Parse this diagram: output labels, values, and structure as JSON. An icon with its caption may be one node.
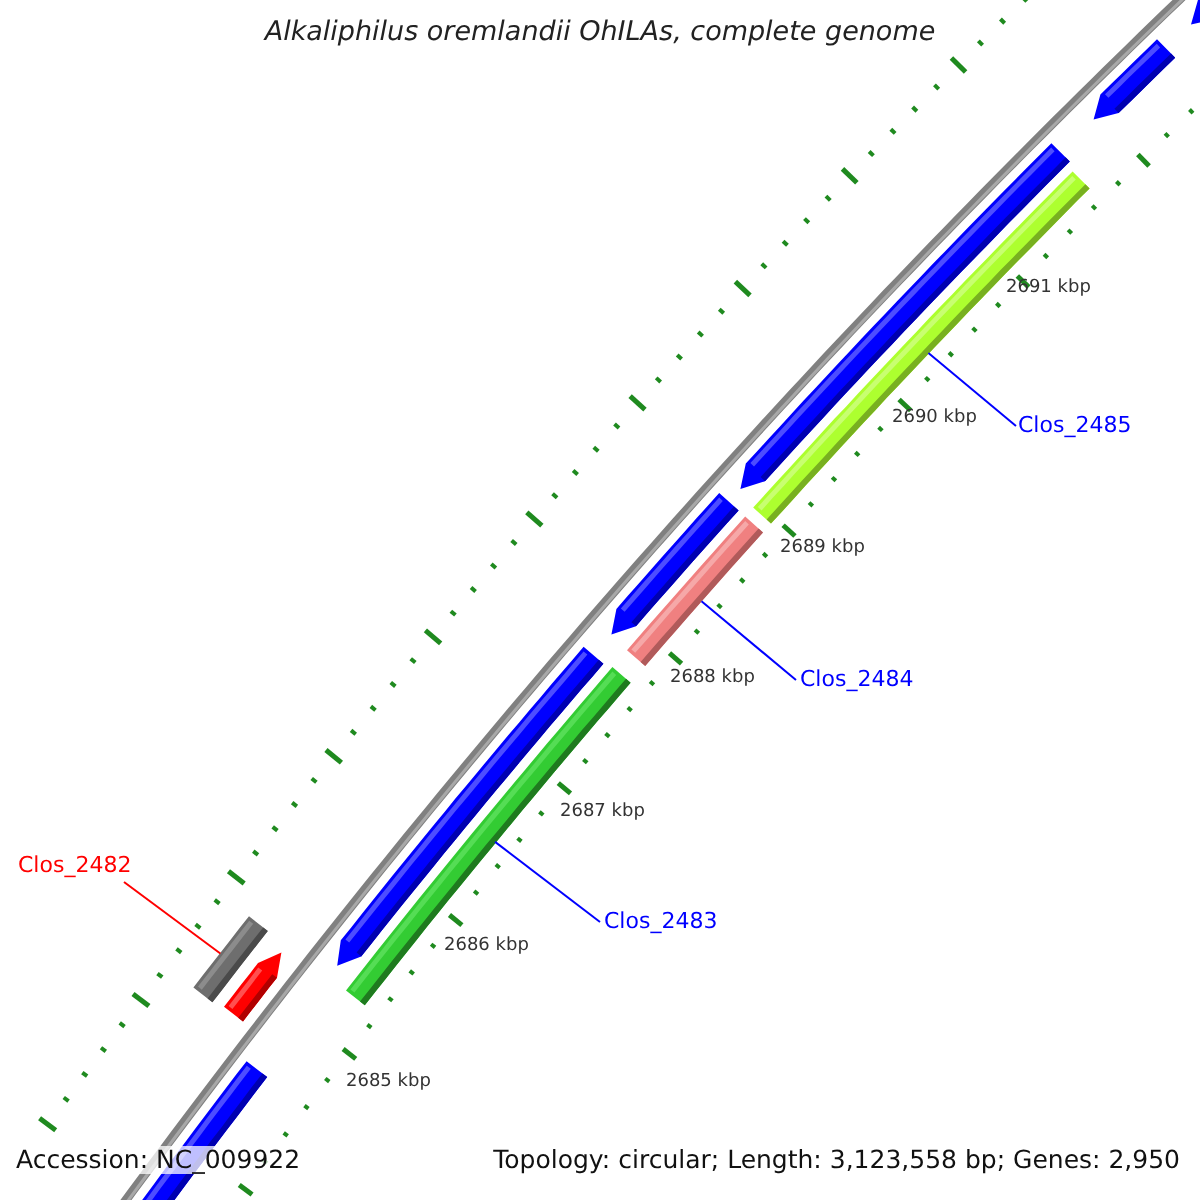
{
  "diagram": {
    "title": "Alkaliphilus oremlandii OhILAs, complete genome",
    "nodes": [
      {
        "text": [
          "Clos_2482"
        ]
      },
      {
        "text": [
          "Clos_2483"
        ]
      },
      {
        "text": [
          "Clos_2484"
        ]
      },
      {
        "text": [
          "Clos_2485"
        ]
      },
      {
        "text": [],
        "shape": "bar"
      },
      {
        "text": [],
        "shape": "bar"
      },
      {
        "text": [],
        "shape": "bar"
      },
      {
        "text": [],
        "shape": "bar"
      }
    ],
    "edges": [
      {
        "from": 0,
        "to": 4,
        "arrow": "none",
        "color": "#ff0000"
      },
      {
        "from": 1,
        "to": 5,
        "arrow": "none"
      },
      {
        "from": 2,
        "to": 6,
        "arrow": "none"
      },
      {
        "from": 3,
        "to": 7,
        "arrow": "none"
      }
    ],
    "labels": [
      "2691 kbp",
      "2690 kbp",
      "2689 kbp",
      "2688 kbp",
      "2687 kbp",
      "2686 kbp",
      "2685 kbp",
      "Accession: NC_009922",
      "Topology: circular; Length: 3,123,558 bp; Genes: 2,950"
    ]
  }
}
